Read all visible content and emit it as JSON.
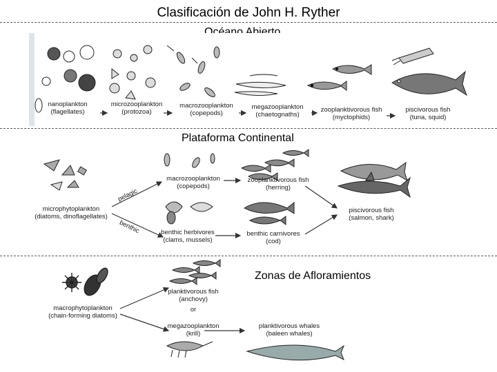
{
  "title": "Clasificación de John H. Ryther",
  "sections": {
    "open_ocean": {
      "heading": "Océano Abierto",
      "stages": [
        {
          "line1": "nanoplankton",
          "line2": "(flagellates)"
        },
        {
          "line1": "microzooplankton",
          "line2": "(protozoa)"
        },
        {
          "line1": "macrozooplankton",
          "line2": "(copepods)"
        },
        {
          "line1": "megazooplankton",
          "line2": "(chaetognaths)"
        },
        {
          "line1": "zooplanktivorous fish",
          "line2": "(myctophids)"
        },
        {
          "line1": "piscivorous fish",
          "line2": "(tuna, squid)"
        }
      ]
    },
    "continental_shelf": {
      "heading": "Plataforma Continental",
      "source": {
        "line1": "microphytoplankton",
        "line2": "(diatoms, dinoflagellates)"
      },
      "pelagic_label": "pelagic",
      "benthic_label": "benthic",
      "macrozooplankton": {
        "line1": "macrozooplankton",
        "line2": "(copepods)"
      },
      "zooplanktivorous": {
        "line1": "zooplanktivorous fish",
        "line2": "(herring)"
      },
      "herbivores": {
        "line1": "benthic herbivores",
        "line2": "(clams, mussels)"
      },
      "carnivores": {
        "line1": "benthic carnivores",
        "line2": "(cod)"
      },
      "piscivorous": {
        "line1": "piscivorous fish",
        "line2": "(salmon, shark)"
      }
    },
    "upwelling": {
      "heading": "Zonas de Afloramientos",
      "source": {
        "line1": "macrophytoplankton",
        "line2": "(chain-forming diatoms)"
      },
      "fish": {
        "line1": "planktivorous fish",
        "line2": "(anchovy)"
      },
      "or_label": "or",
      "krill": {
        "line1": "megazooplankton",
        "line2": "(krill)"
      },
      "whales": {
        "line1": "planktivorous whales",
        "line2": "(baleen whales)"
      }
    }
  }
}
